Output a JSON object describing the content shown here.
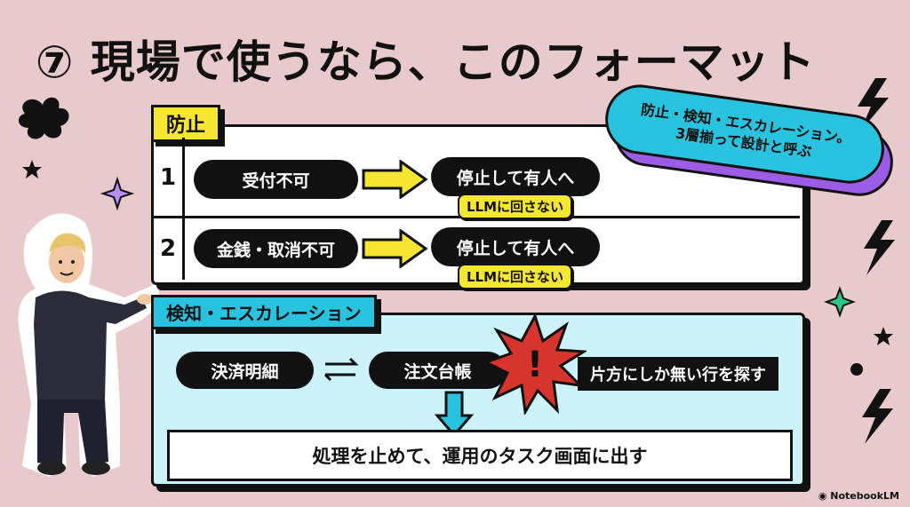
{
  "title": "⑦ 現場で使うなら、このフォーマット",
  "prevention": {
    "label": "防止",
    "rows": [
      {
        "num": "1",
        "item": "受付不可",
        "action": "停止して有人へ",
        "note": "LLMに回さない"
      },
      {
        "num": "2",
        "item": "金銭・取消不可",
        "action": "停止して有人へ",
        "note": "LLMに回さない"
      }
    ]
  },
  "callout": {
    "line1": "防止・検知・エスカレーション。",
    "line2": "3層揃って設計と呼ぶ"
  },
  "detection": {
    "label": "検知・エスカレーション",
    "left": "決済明細",
    "right": "注文台帳",
    "alert_symbol": "!",
    "finding": "片方にしか無い行を探す",
    "result": "処理を止めて、運用のタスク画面に出す"
  },
  "brand": "NotebookLM",
  "colors": {
    "background": "#e8c9cc",
    "yellow": "#f5e634",
    "cyan": "#29c3e0",
    "light_cyan": "#cdf3fa",
    "purple": "#9b5de5",
    "alert_red": "#d6342c"
  }
}
